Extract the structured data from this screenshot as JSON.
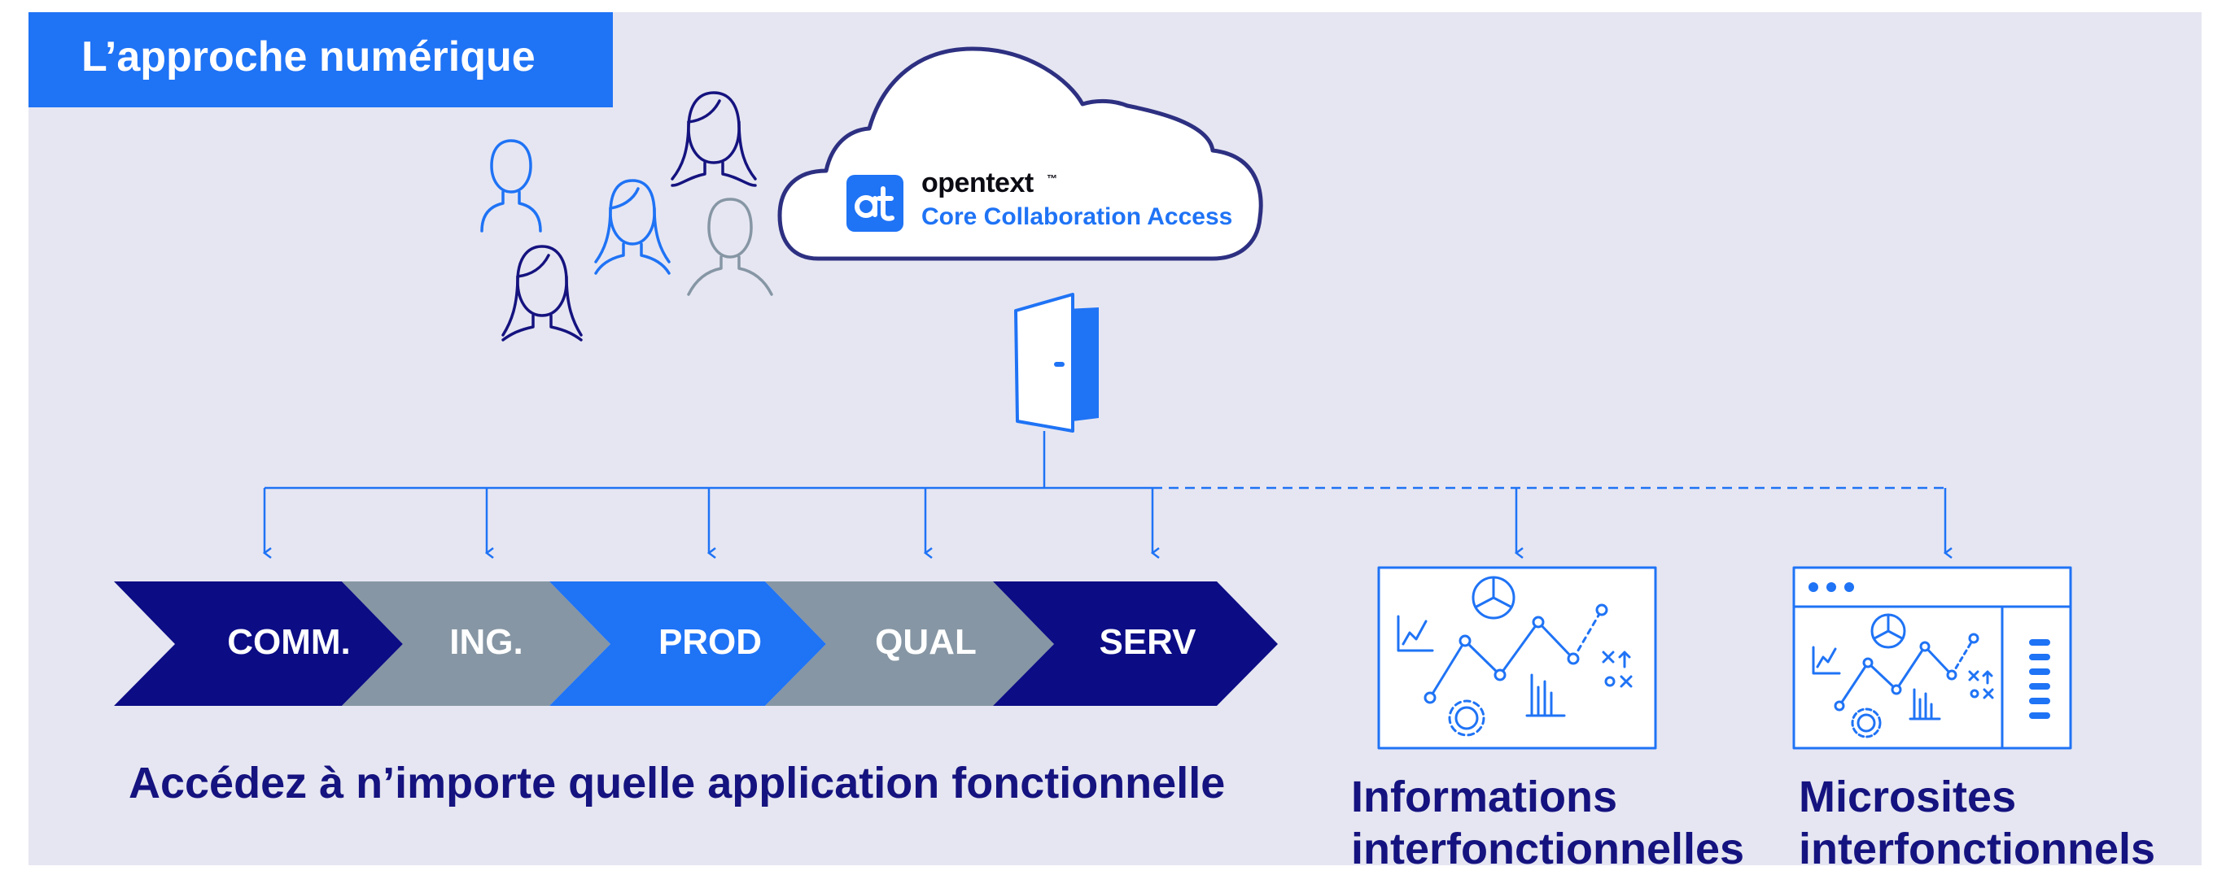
{
  "header": {
    "title": "L’approche numérique"
  },
  "cloud": {
    "brand_name": "opentext",
    "brand_tm": "™",
    "product": "Core Collaboration Access",
    "logo_text": "ot"
  },
  "stages": [
    {
      "label": "COMM.",
      "color": "#0c0c85"
    },
    {
      "label": "ING.",
      "color": "#8696a4"
    },
    {
      "label": "PROD",
      "color": "#1f73f5"
    },
    {
      "label": "QUAL",
      "color": "#8696a4"
    },
    {
      "label": "SERV",
      "color": "#0c0c85"
    }
  ],
  "captions": {
    "main": "Accédez à n’importe quelle application fonctionnelle",
    "insights": "Informations\ninterfonctionnelles",
    "microsites": "Microsites\ninterfonctionnels"
  },
  "colors": {
    "navy": "#15137f",
    "blue": "#1f73f5",
    "gray": "#8696a4",
    "panel": "#e6e6f2"
  },
  "icons": [
    "user-icon",
    "cloud-icon",
    "door-icon",
    "analytics-dashboard-icon",
    "microsite-window-icon"
  ]
}
